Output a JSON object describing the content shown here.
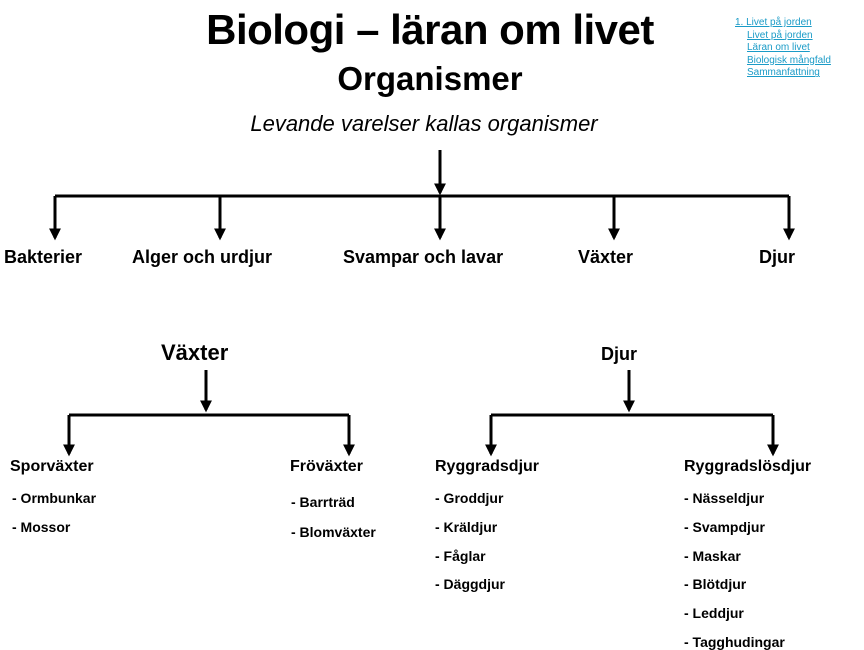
{
  "header": {
    "title": "Biologi – läran om livet",
    "subtitle": "Organismer",
    "tagline": "Levande varelser kallas organismer"
  },
  "nav": {
    "current": "1. Livet på jorden",
    "links": [
      "Livet på jorden",
      "Läran om livet",
      "Biologisk mångfald",
      "Sammanfattning"
    ]
  },
  "categories": [
    "Bakterier",
    "Alger och urdjur",
    "Svampar och lavar",
    "Växter",
    "Djur"
  ],
  "plants": {
    "heading": "Växter",
    "groups": [
      {
        "name": "Sporväxter",
        "items": [
          " - Ormbunkar",
          "- Mossor"
        ]
      },
      {
        "name": "Fröväxter",
        "items": [
          "- Barrträd",
          "- Blomväxter"
        ]
      }
    ]
  },
  "animals": {
    "heading": "Djur",
    "groups": [
      {
        "name": "Ryggradsdjur",
        "items": [
          "- Groddjur",
          "- Kräldjur",
          "- Fåglar",
          "- Däggdjur"
        ]
      },
      {
        "name": "Ryggradslösdjur",
        "items": [
          "- Nässeldjur",
          "- Svampdjur",
          "- Maskar",
          "- Blötdjur",
          "- Leddjur",
          "- Tagghudingar"
        ]
      }
    ]
  }
}
